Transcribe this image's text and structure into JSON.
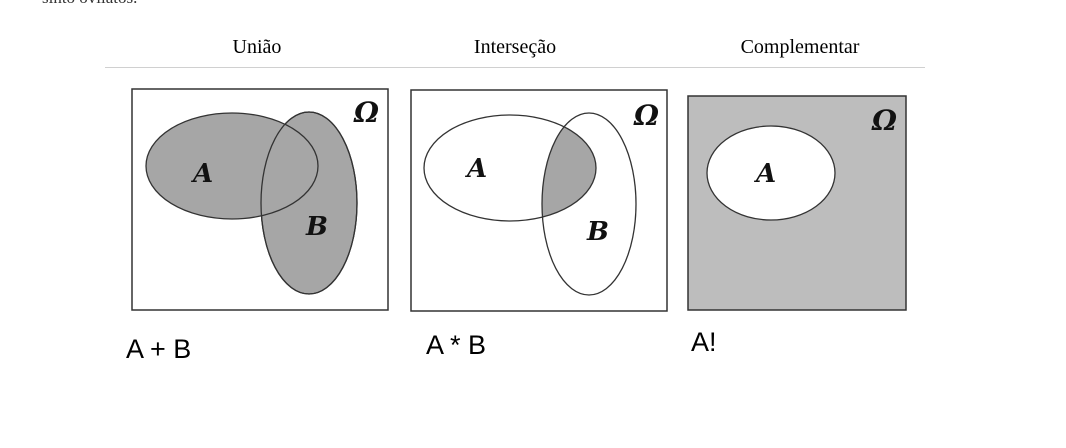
{
  "headings": {
    "union": "União",
    "intersection": "Interseção",
    "complement": "Complementar"
  },
  "sets": {
    "a": "A",
    "b": "B",
    "universe": "Ω"
  },
  "expressions": {
    "union": "A + B",
    "intersection": "A * B",
    "complement": "A!"
  },
  "colors": {
    "shade": "#a6a6a6",
    "complement_fill": "#bdbdbd",
    "stroke": "#333333"
  }
}
